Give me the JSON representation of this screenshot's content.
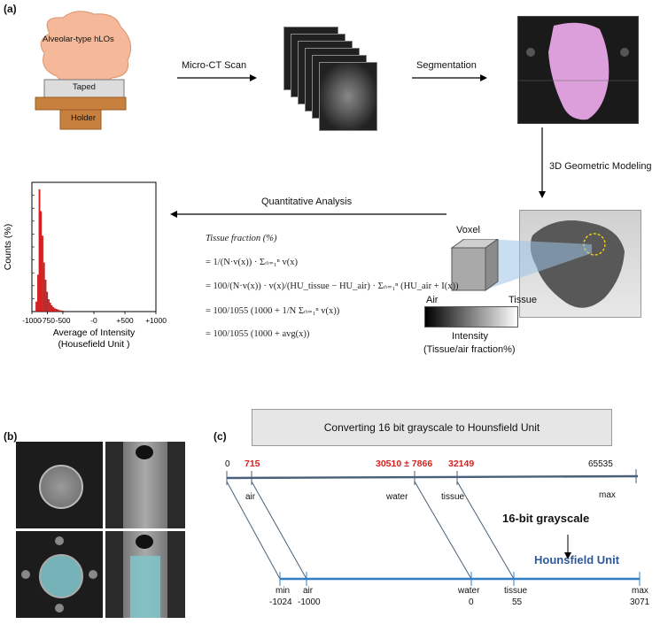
{
  "panel_a": {
    "label": "(a)",
    "organoid_label": "Alveolar-type hLOs",
    "taped_label": "Taped",
    "holder_label": "Holder",
    "step_micro_ct": "Micro-CT Scan",
    "step_segmentation": "Segmentation",
    "step_modeling": "3D Geometric Modeling",
    "step_quant": "Quantitative Analysis",
    "voxel_label": "Voxel",
    "air_label": "Air",
    "tissue_label": "Tissue",
    "intensity_label": "Intensity",
    "intensity_sub": "(Tissue/air fraction%)",
    "formula": {
      "line1": "Tissue fraction (%)",
      "line2": "= 1/(N·v(x)) · Σₙ₌₁ⁿ v(x)",
      "line3": "= 100/(N·v(x)) · v(x)/(HU_tissue − HU_air) · Σₙ₌₁ⁿ (HU_air + I(x))",
      "line4": "= 100/1055 (1000 + 1/N Σₙ₌₁ⁿ v(x))",
      "line5": "= 100/1055 (1000 + avg(x))"
    },
    "colors": {
      "organoid": "#f5b99a",
      "holder": "#c8803f",
      "segment": "#e8a7e6",
      "bar": "#e02020"
    }
  },
  "chart_data": {
    "type": "bar",
    "title": "",
    "xlabel": "Average of Intensity (Housefield Unit )",
    "ylabel": "Counts (%)",
    "xticks": [
      "-1000",
      "-750",
      "-500",
      "-0",
      "+500",
      "+1000"
    ],
    "xlim": [
      -1000,
      1000
    ],
    "bins_center": [
      -925,
      -900,
      -875,
      -850,
      -825,
      -800,
      -775,
      -750,
      -725,
      -700,
      -675,
      -650,
      -625,
      -600,
      -575,
      -550,
      -525,
      -500
    ],
    "values": [
      8,
      30,
      100,
      82,
      62,
      40,
      26,
      16,
      10,
      7,
      5,
      3.5,
      2.5,
      2,
      1.5,
      1,
      0.8,
      0.5
    ],
    "grid": false
  },
  "panel_b": {
    "label": "(b)"
  },
  "panel_c": {
    "label": "(c)",
    "title": "Converting 16 bit grayscale to Hounsfield Unit",
    "gray_axis_label": "16-bit grayscale",
    "hu_axis_label": "Hounsfield Unit",
    "top": {
      "start": "0",
      "air_val": "715",
      "water_val": "30510 ± 7866",
      "tissue_val": "32149",
      "end_val": "65535",
      "air": "air",
      "water": "water",
      "tissue": "tissue",
      "max": "max"
    },
    "bottom": {
      "min": "min",
      "min_val": "-1024",
      "air": "air",
      "air_val": "-1000",
      "water": "water",
      "water_val": "0",
      "tissue": "tissue",
      "tissue_val": "55",
      "max": "max",
      "max_val": "3071"
    },
    "colors": {
      "top_line": "#4a6078",
      "bottom_line": "#2f7fc2",
      "value_red": "#d32222",
      "hu_blue": "#2f5a9a"
    }
  }
}
